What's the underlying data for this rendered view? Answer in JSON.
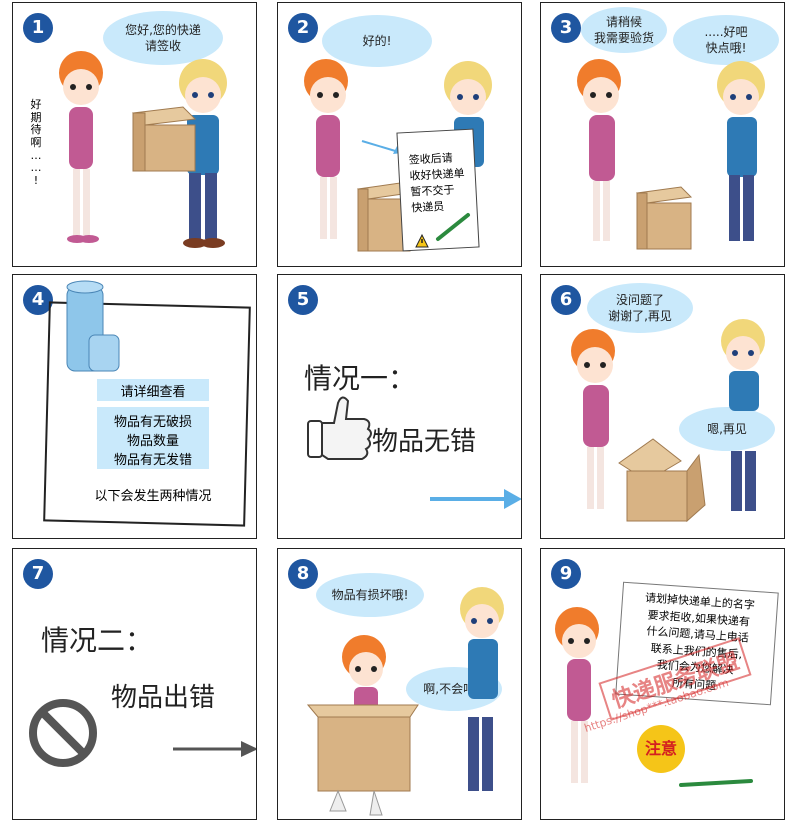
{
  "panels": [
    {
      "number": "1",
      "bubble": "您好,您的快递\n请签收",
      "side_text": "好\n期\n待\n啊\n…\n…\n!"
    },
    {
      "number": "2",
      "bubble": "好的!",
      "card": "签收后请\n收好快递单\n暂不交于\n快递员"
    },
    {
      "number": "3",
      "bubble_left": "请稍候\n我需要验货",
      "bubble_right": ".....好吧\n快点哦!"
    },
    {
      "number": "4",
      "note_lines": [
        "请详细查看",
        "物品有无破损",
        "物品数量",
        "物品有无发错"
      ],
      "footer": "以下会发生两种情况"
    },
    {
      "number": "5",
      "title": "情况一：",
      "label": "物品无错"
    },
    {
      "number": "6",
      "bubble_top": "没问题了\n谢谢了,再见",
      "bubble_right": "嗯,再见"
    },
    {
      "number": "7",
      "title": "情况二：",
      "label": "物品出错"
    },
    {
      "number": "8",
      "bubble_top": "物品有损坏哦!",
      "bubble_right": "啊,不会吧!!"
    },
    {
      "number": "9",
      "note": "请划掉快递单上的名字\n要求拒收,如果快递有\n什么问题,请马上电话\n联系上我们的售后,\n我们会为您解决\n所有问题",
      "badge": "注意"
    }
  ],
  "watermark": {
    "text": "快递服务联盟",
    "url": "https://shop***.taobao.com"
  },
  "colors": {
    "number_badge": "#1f56a0",
    "bubble": "#c9e9fb",
    "arrow_blue": "#5aaee6",
    "stamp_red": "#d42020"
  },
  "icons": [
    "thumbs-up-icon",
    "prohibited-icon",
    "warning-icon",
    "pen-icon"
  ]
}
